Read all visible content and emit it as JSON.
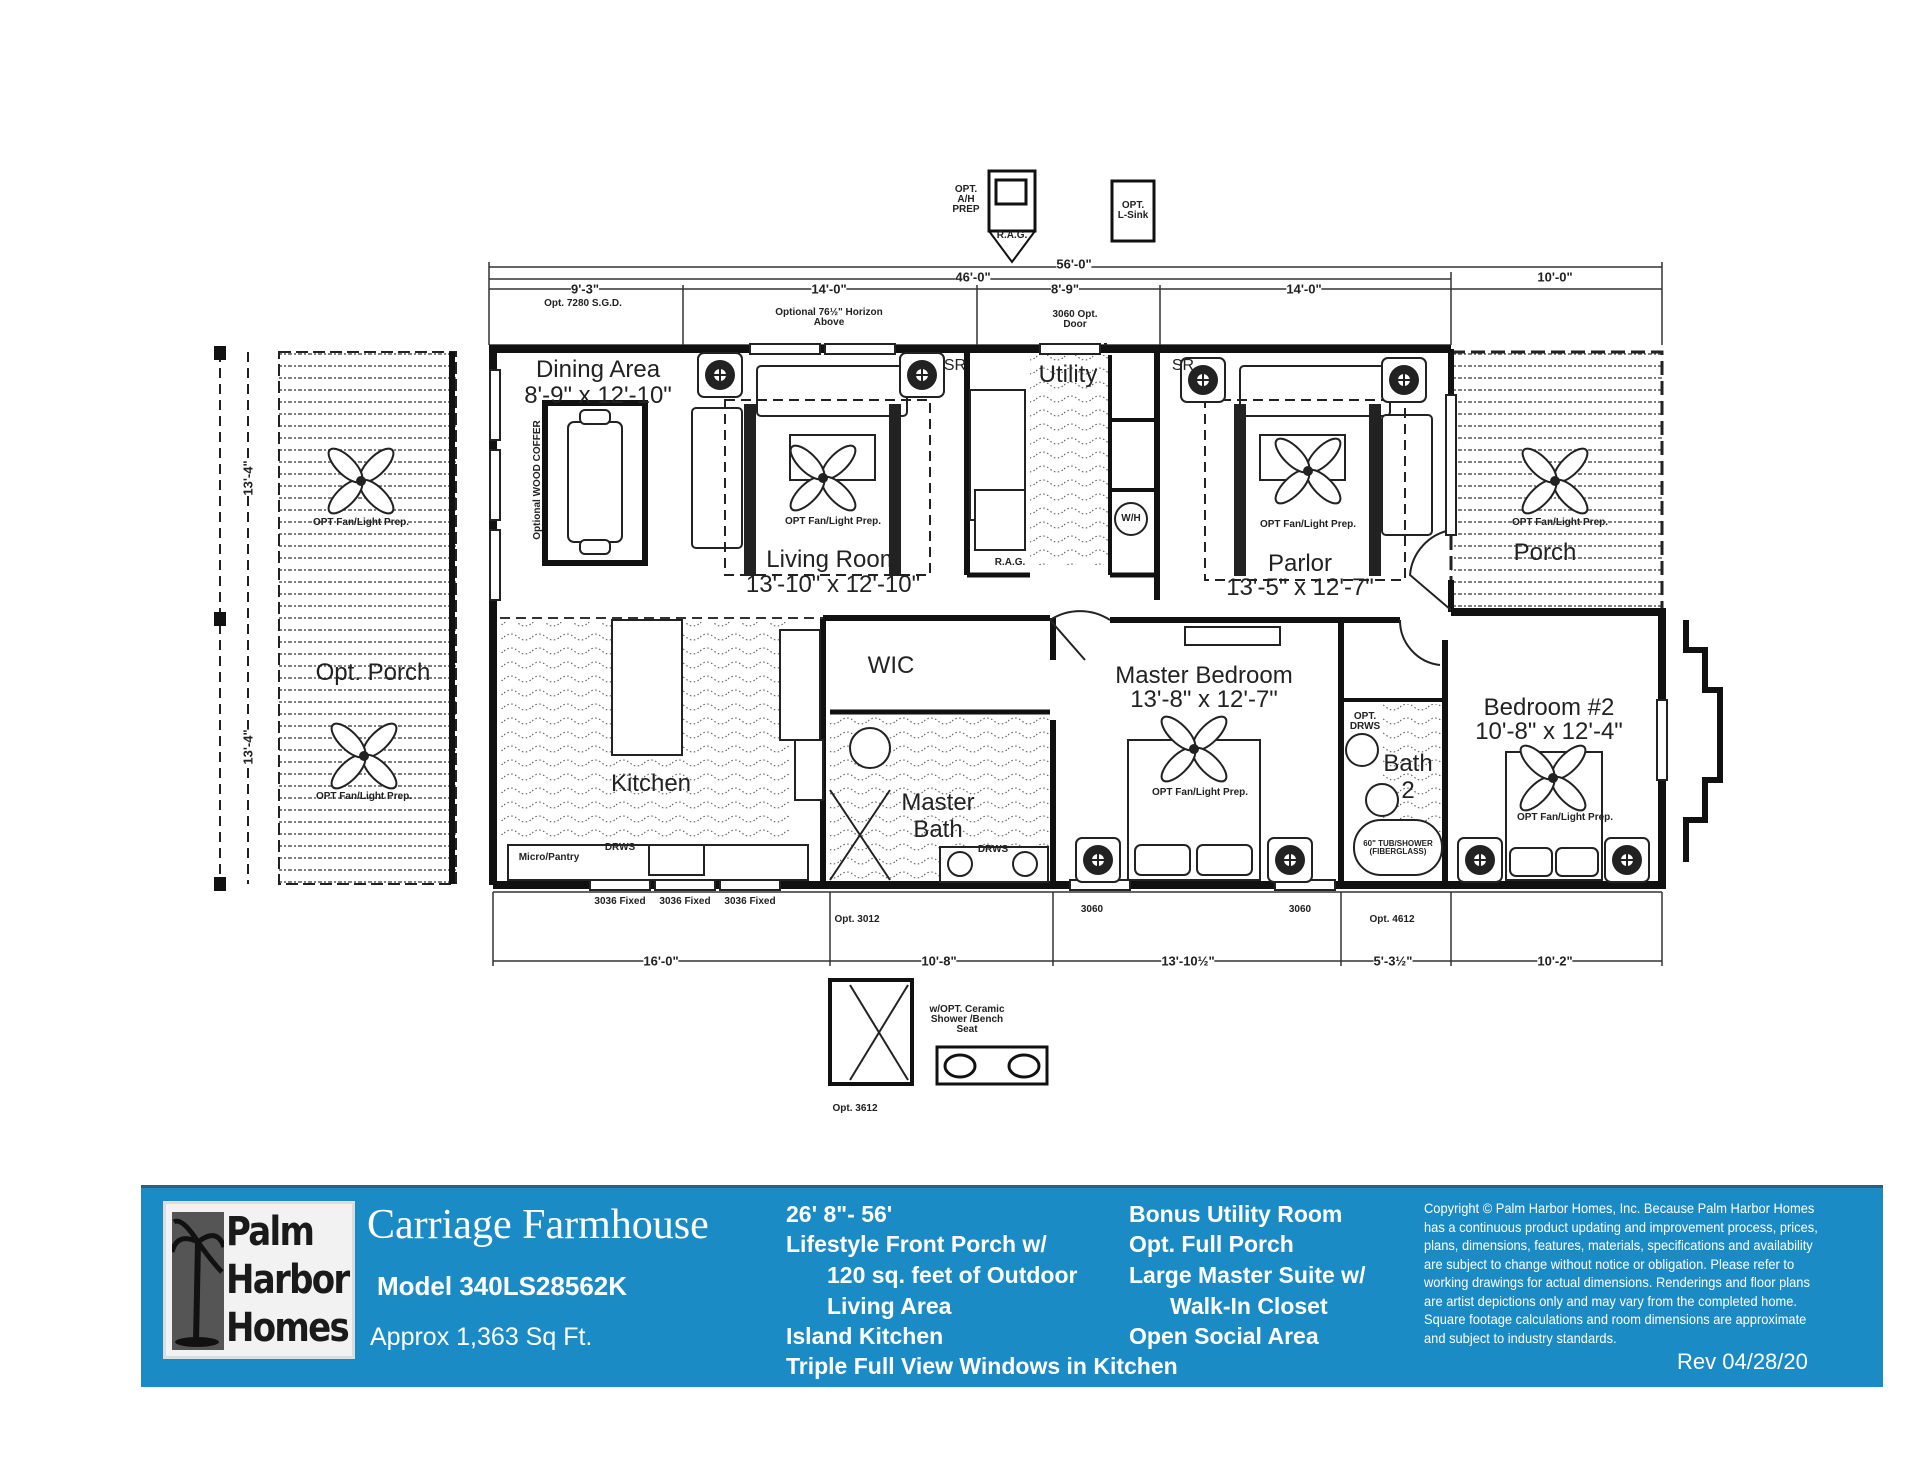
{
  "plan": {
    "rooms": {
      "dining": {
        "name": "Dining Area",
        "size": "8'-9\" x 12'-10\""
      },
      "living": {
        "name": "Living Room",
        "size": "13'-10\" x 12'-10\""
      },
      "utility": {
        "name": "Utility"
      },
      "parlor": {
        "name": "Parlor",
        "size": "13'-5\" x 12'-7\""
      },
      "porch": {
        "name": "Porch"
      },
      "opt_porch": {
        "name": "Opt. Porch"
      },
      "kitchen": {
        "name": "Kitchen"
      },
      "wic": {
        "name": "WIC"
      },
      "master_bath": {
        "line1": "Master",
        "line2": "Bath"
      },
      "master_bedroom": {
        "name": "Master Bedroom",
        "size": "13'-8\" x 12'-7\""
      },
      "bedroom2": {
        "name": "Bedroom #2",
        "size": "10'-8\" x 12'-4\""
      },
      "bath2": {
        "line1": "Bath",
        "line2": "2"
      }
    },
    "dims_top": {
      "overall": "56'-0\"",
      "house": "46'-0\"",
      "d1": "9'-3\"",
      "d2": "14'-0\"",
      "d3": "8'-9\"",
      "d4": "14'-0\"",
      "d5": "10'-0\""
    },
    "dims_bottom": {
      "d1": "16'-0\"",
      "d2": "10'-8\"",
      "d3": "13'-10½\"",
      "d4": "5'-3½\"",
      "d5": "10'-2\""
    },
    "dims_side": {
      "d1": "13'-4\"",
      "d2": "13'-4\""
    },
    "notes": {
      "fan": "OPT Fan/Light Prep.",
      "window_3060": "3060",
      "rag": "R.A.G.",
      "sr": "SR",
      "drws": "DRWS",
      "opt_drws": "OPT. DRWS",
      "micro_pantry": "Micro/Pantry",
      "wh": "W/H",
      "opt_3012": "Opt. 3012",
      "opt_4612": "Opt. 4612",
      "opt_3612": "Opt. 3612",
      "fixed_3036": "3036 Fixed",
      "ah_prep": "OPT. A/H PREP",
      "l_sink": "OPT. L-Sink",
      "horizon": "Optional 76½\" Horizon Above",
      "sgd": "Opt. 7280 S.G.D.",
      "opt_door": "3060 Opt. Door",
      "ceramic_shower": "w/OPT. Ceramic Shower /Bench Seat",
      "tub": "60\" TUB/SHOWER (FIBERGLASS)",
      "coffer": "Optional WOOD COFFER"
    }
  },
  "banner": {
    "logo_words": [
      "Palm",
      "Harbor",
      "Homes"
    ],
    "title": "Carriage Farmhouse",
    "model": "Model 340LS28562K",
    "approx": "Approx 1,363 Sq Ft.",
    "features_col1": [
      "26' 8\"- 56'",
      "Lifestyle Front Porch w/",
      "120 sq. feet of Outdoor",
      "Living Area",
      "Island Kitchen",
      "Triple Full View Windows in Kitchen"
    ],
    "features_col2": [
      "Bonus Utility Room",
      "Opt. Full Porch",
      "Large Master Suite w/",
      "Walk-In Closet",
      "Open Social Area"
    ],
    "copyright": "Copyright © Palm Harbor Homes, Inc. Because Palm Harbor Homes has a continuous product updating and improvement process, prices, plans, dimensions, features, materials, specifications and availability are subject to change without notice or obligation. Please refer to working drawings for actual dimensions. Renderings and floor plans are artist depictions only and may vary from the completed home. Square footage calculations and room dimensions are approximate and subject to industry standards.",
    "rev": "Rev 04/28/20",
    "color": "#1b8bc6"
  }
}
